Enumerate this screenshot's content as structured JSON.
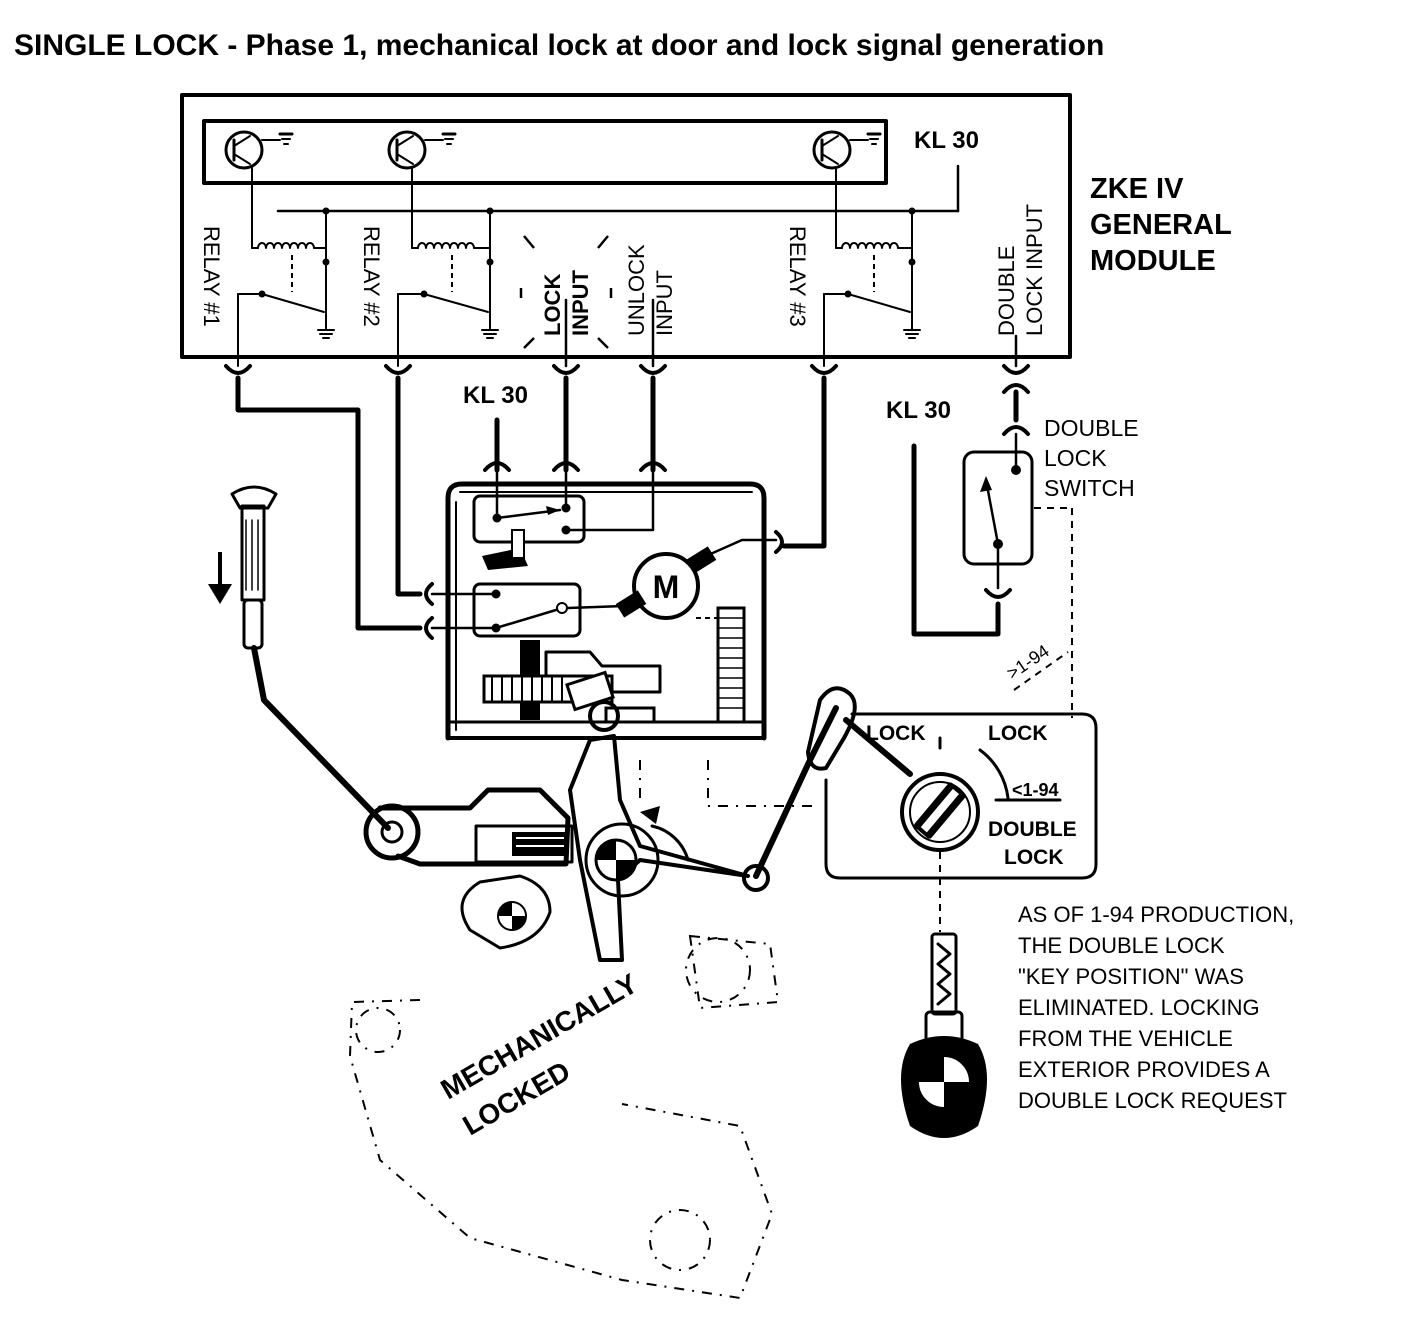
{
  "title": "SINGLE LOCK - Phase 1, mechanical lock at door and lock signal generation",
  "module": {
    "name_lines": [
      "ZKE IV",
      "GENERAL",
      "MODULE"
    ],
    "kl30": "KL 30",
    "relay1": "RELAY #1",
    "relay2": "RELAY #2",
    "relay3": "RELAY #3",
    "lock_input_lines": [
      "LOCK",
      "INPUT"
    ],
    "unlock_input_lines": [
      "UNLOCK",
      "INPUT"
    ],
    "double_lock_input_lines": [
      "DOUBLE",
      "LOCK INPUT"
    ]
  },
  "kl30_actuator": "KL 30",
  "kl30_switch": "KL 30",
  "double_lock_switch_lines": [
    "DOUBLE",
    "LOCK",
    "SWITCH"
  ],
  "motor_label": "M",
  "date_over": ">1-94",
  "lock_cylinder": {
    "lock_left": "LOCK",
    "lock_right": "LOCK",
    "date_under": "<1-94",
    "double_lock_lines": [
      "DOUBLE",
      "LOCK"
    ]
  },
  "mechanically_locked_lines": [
    "MECHANICALLY",
    "LOCKED"
  ],
  "note_lines": [
    "AS OF 1-94 PRODUCTION,",
    "THE DOUBLE LOCK",
    "\"KEY POSITION\" WAS",
    "ELIMINATED.  LOCKING",
    "FROM THE VEHICLE",
    "EXTERIOR PROVIDES A",
    "DOUBLE LOCK REQUEST"
  ]
}
